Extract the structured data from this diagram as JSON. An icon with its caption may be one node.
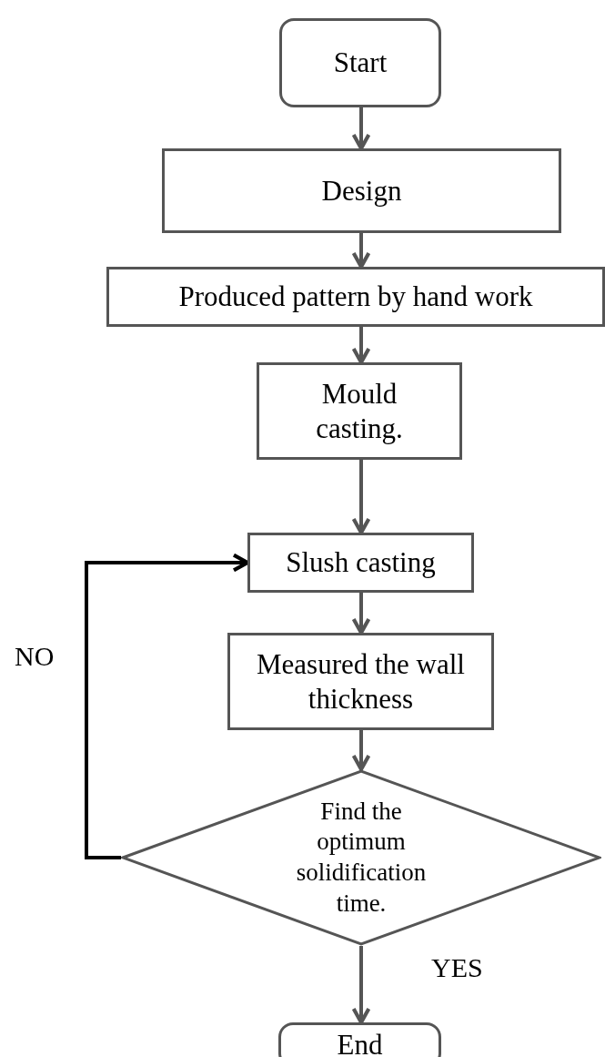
{
  "diagram": {
    "nodes": [
      {
        "text": [
          "Start"
        ]
      },
      {
        "text": [
          "Design"
        ]
      },
      {
        "text": [
          "Produced pattern by hand work"
        ]
      },
      {
        "text": [
          "Mould casting."
        ]
      },
      {
        "text": [
          "Slush casting"
        ]
      },
      {
        "text": [
          "Measured the wall thickness"
        ]
      },
      {
        "text": [
          "Find the optimum solidification time."
        ]
      },
      {
        "text": [
          "End"
        ]
      }
    ],
    "edges": [
      {
        "from": 0,
        "to": 1,
        "arrow": "to"
      },
      {
        "from": 1,
        "to": 2,
        "arrow": "to"
      },
      {
        "from": 2,
        "to": 3,
        "arrow": "to"
      },
      {
        "from": 3,
        "to": 4,
        "arrow": "to"
      },
      {
        "from": 4,
        "to": 5,
        "arrow": "to"
      },
      {
        "from": 5,
        "to": 6,
        "arrow": "to"
      },
      {
        "from": 6,
        "to": 4,
        "arrow": "to",
        "label": "NO",
        "color": "#000000"
      },
      {
        "from": 6,
        "to": 7,
        "arrow": "to",
        "label": "YES"
      }
    ]
  }
}
